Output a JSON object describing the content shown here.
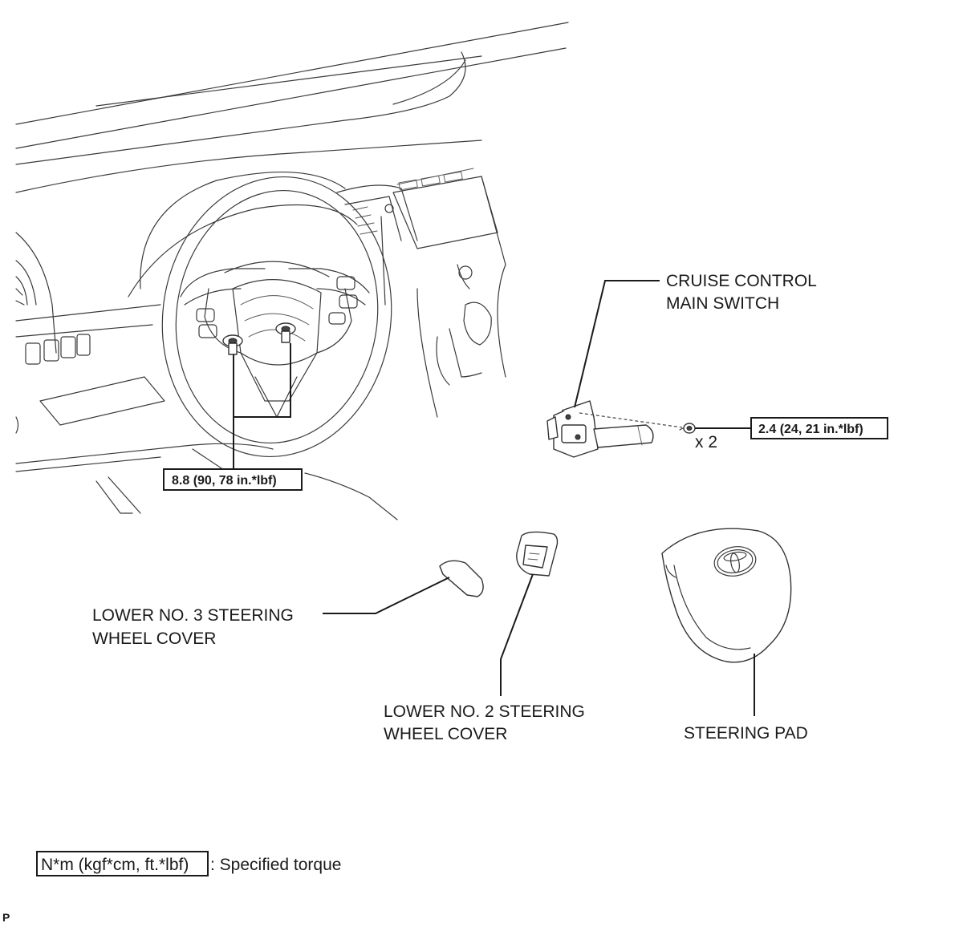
{
  "labels": {
    "cruise_line1": "CRUISE CONTROL",
    "cruise_line2": "MAIN SWITCH",
    "cover3_line1": "LOWER NO. 3 STEERING",
    "cover3_line2": "WHEEL COVER",
    "cover2_line1": "LOWER NO. 2 STEERING",
    "cover2_line2": "WHEEL COVER",
    "steering_pad": "STEERING PAD",
    "quantity": "x 2"
  },
  "torques": {
    "wheel_screws": "8.8 (90, 78 in.*lbf)",
    "switch_screws": "2.4 (24, 21 in.*lbf)"
  },
  "legend": {
    "unit_box": "N*m (kgf*cm, ft.*lbf)",
    "description": ": Specified torque"
  },
  "corner_mark": "P"
}
